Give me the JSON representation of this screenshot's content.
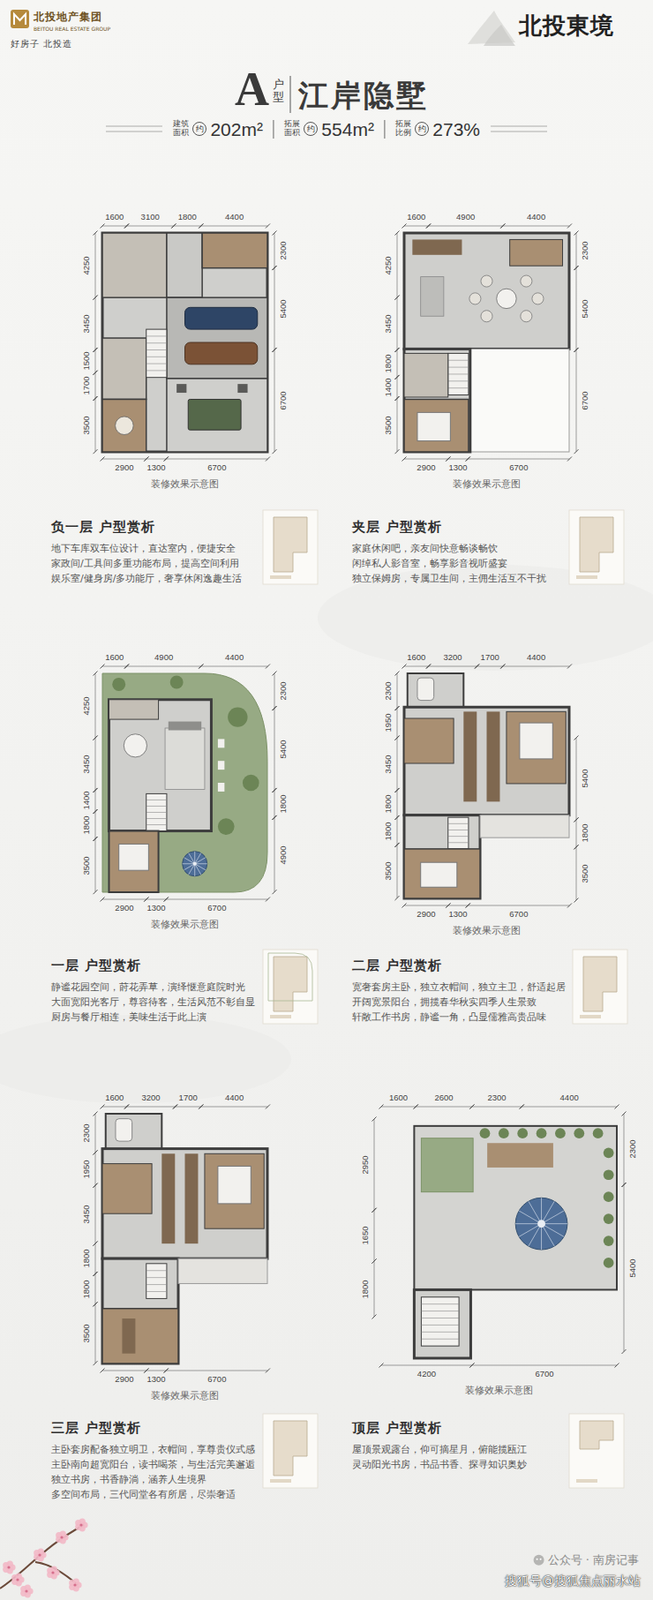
{
  "diagram": {
    "title": "江岸隐墅",
    "nodes": [
      {
        "text": [
          "负一层 户型赏析",
          "地下车库双车位设计，直达室内，便捷安全",
          "家政间/工具间多重功能布局，提高空间利用",
          "娱乐室/健身房/多功能厅，奢享休闲逸趣生活"
        ]
      },
      {
        "text": [
          "夹层 户型赏析",
          "家庭休闲吧，亲友间快意畅谈畅饮",
          "闲绰私人影音室，畅享影音视听盛宴",
          "独立保姆房，专属卫生间，主佣生活互不干扰"
        ]
      },
      {
        "text": [
          "一层 户型赏析",
          "静谧花园空间，莳花弄草，演绎惬意庭院时光",
          "大面宽阳光客厅，尊容待客，生活风范不彰自显",
          "厨房与餐厅相连，美味生活于此上演"
        ]
      },
      {
        "text": [
          "二层 户型赏析",
          "宽奢套房主卧，独立衣帽间，独立主卫，舒适起居",
          "开阔宽景阳台，拥揽春华秋实四季人生景致",
          "轩敞工作书房，静谧一角，凸显儒雅高贵品味"
        ]
      },
      {
        "text": [
          "三层 户型赏析",
          "主卧套房配备独立明卫，衣帽间，享尊贵仪式感",
          "主卧南向超宽阳台，读书喝茶，与生活完美邂逅",
          "独立书房，书香静淌，涵养人生境界",
          "多空间布局，三代同堂各有所居，尽崇奢适"
        ]
      },
      {
        "text": [
          "顶层 户型赏析",
          "屋顶景观露台，仰可摘星月，俯能揽瓯江",
          "灵动阳光书房，书品书香、探寻知识奥妙"
        ]
      }
    ],
    "labels": [
      "北投地产集团",
      "BEITOU REAL ESTATE GROUP",
      "好房子 北投造",
      "北投東境",
      "A",
      "户型",
      "建筑面积",
      "约",
      "202m²",
      "拓展面积",
      "约",
      "554m²",
      "拓展比例",
      "约",
      "273%",
      "1600",
      "3100",
      "1800",
      "4400",
      "4250",
      "3450",
      "1500",
      "1700",
      "3500",
      "2300",
      "5400",
      "6700",
      "2900",
      "1300",
      "6700",
      "装修效果示意图",
      "1600",
      "4900",
      "4400",
      "4250",
      "3450",
      "1800",
      "1400",
      "3500",
      "2300",
      "5400",
      "6700",
      "2900",
      "1300",
      "6700",
      "装修效果示意图",
      "1600",
      "4900",
      "4400",
      "4250",
      "3450",
      "1400",
      "1800",
      "3500",
      "2300",
      "5400",
      "1800",
      "4900",
      "2900",
      "1300",
      "6700",
      "装修效果示意图",
      "1600",
      "3200",
      "1700",
      "4400",
      "2300",
      "1950",
      "3450",
      "1800",
      "1800",
      "3500",
      "5400",
      "1800",
      "3500",
      "2900",
      "1300",
      "6700",
      "装修效果示意图",
      "1600",
      "3200",
      "1700",
      "4400",
      "2300",
      "1950",
      "3450",
      "1800",
      "1800",
      "3500",
      "2900",
      "1300",
      "6700",
      "装修效果示意图",
      "1600",
      "2600",
      "2300",
      "4400",
      "2950",
      "1650",
      "1800",
      "2300",
      "5400",
      "4200",
      "6700",
      "装修效果示意图",
      "公众号 · 南房记事",
      "搜狐号@搜狐焦点丽水站"
    ]
  }
}
